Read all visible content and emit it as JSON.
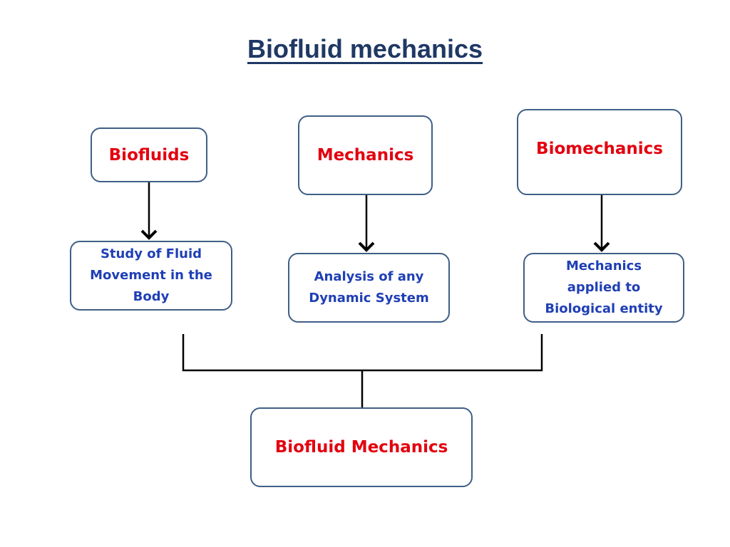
{
  "title": "Biofluid mechanics",
  "top_nodes": [
    {
      "label": "Biofluids"
    },
    {
      "label": "Mechanics"
    },
    {
      "label": "Biomechanics"
    }
  ],
  "mid_nodes": [
    {
      "label": "Study of Fluid Movement in the Body"
    },
    {
      "label": "Analysis of any Dynamic System"
    },
    {
      "label": "Mechanics applied to Biological entity"
    }
  ],
  "result_node": {
    "label": "Biofluid Mechanics"
  },
  "colors": {
    "title": "#1f3864",
    "border": "#3f5f87",
    "top_text": "#e3000f",
    "mid_text": "#1f3fb5"
  }
}
